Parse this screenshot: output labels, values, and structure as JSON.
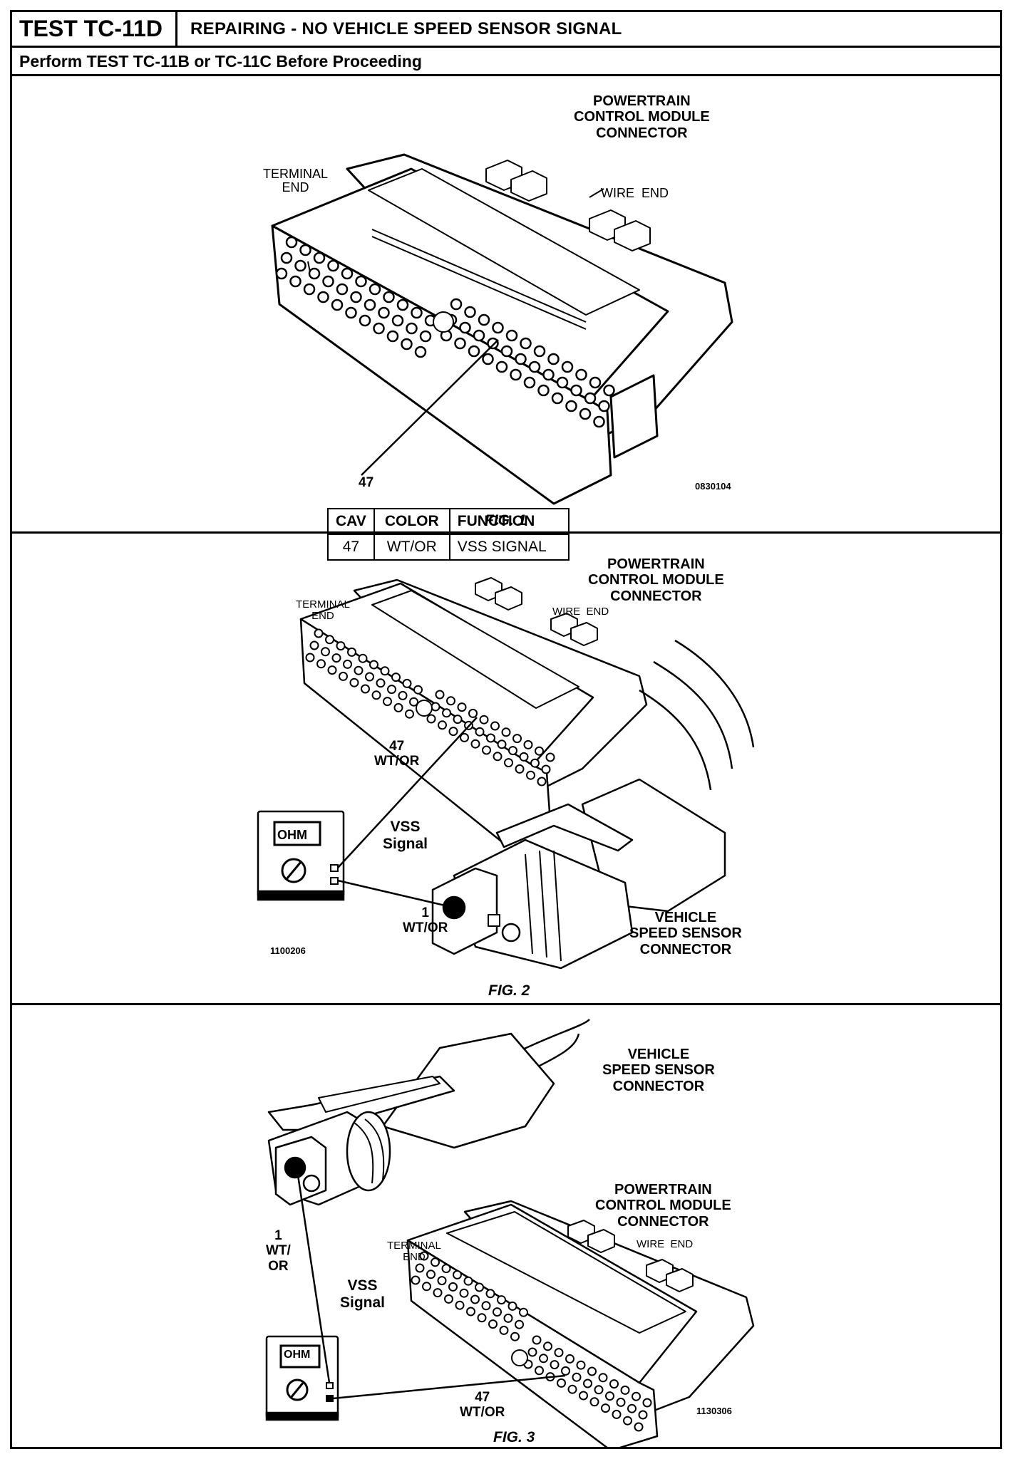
{
  "header": {
    "test_id": "TEST TC-11D",
    "title": "REPAIRING - NO VEHICLE SPEED SENSOR SIGNAL",
    "prerequisite": "Perform TEST TC-11B or TC-11C Before Proceeding"
  },
  "fig1": {
    "connector_label": "POWERTRAIN\nCONTROL MODULE\nCONNECTOR",
    "terminal_end": "TERMINAL\nEND",
    "wire_end": "WIRE  END",
    "pin_label": "47",
    "table": {
      "headers": [
        "CAV",
        "COLOR",
        "FUNCTION"
      ],
      "rows": [
        [
          "47",
          "WT/OR",
          "VSS SIGNAL"
        ]
      ]
    },
    "code": "0830104",
    "caption": "FIG. 1"
  },
  "fig2": {
    "connector_label": "POWERTRAIN\nCONTROL MODULE\nCONNECTOR",
    "terminal_end": "TERMINAL\nEND",
    "wire_end": "WIRE  END",
    "pin47_label": "47\nWT/OR",
    "meter_display": "OHM",
    "vss_label": "VSS\nSignal",
    "pin1_label": "1\nWT/OR",
    "sensor_label": "VEHICLE\nSPEED SENSOR\nCONNECTOR",
    "code": "1100206",
    "caption": "FIG. 2"
  },
  "fig3": {
    "sensor_label": "VEHICLE\nSPEED SENSOR\nCONNECTOR",
    "connector_label": "POWERTRAIN\nCONTROL MODULE\nCONNECTOR",
    "terminal_end": "TERMINAL\nEND",
    "wire_end": "WIRE  END",
    "pin1_label": "1\nWT/\nOR",
    "vss_label": "VSS\nSignal",
    "meter_display": "OHM",
    "pin47_label": "47\nWT/OR",
    "code": "1130306",
    "caption": "FIG. 3"
  }
}
